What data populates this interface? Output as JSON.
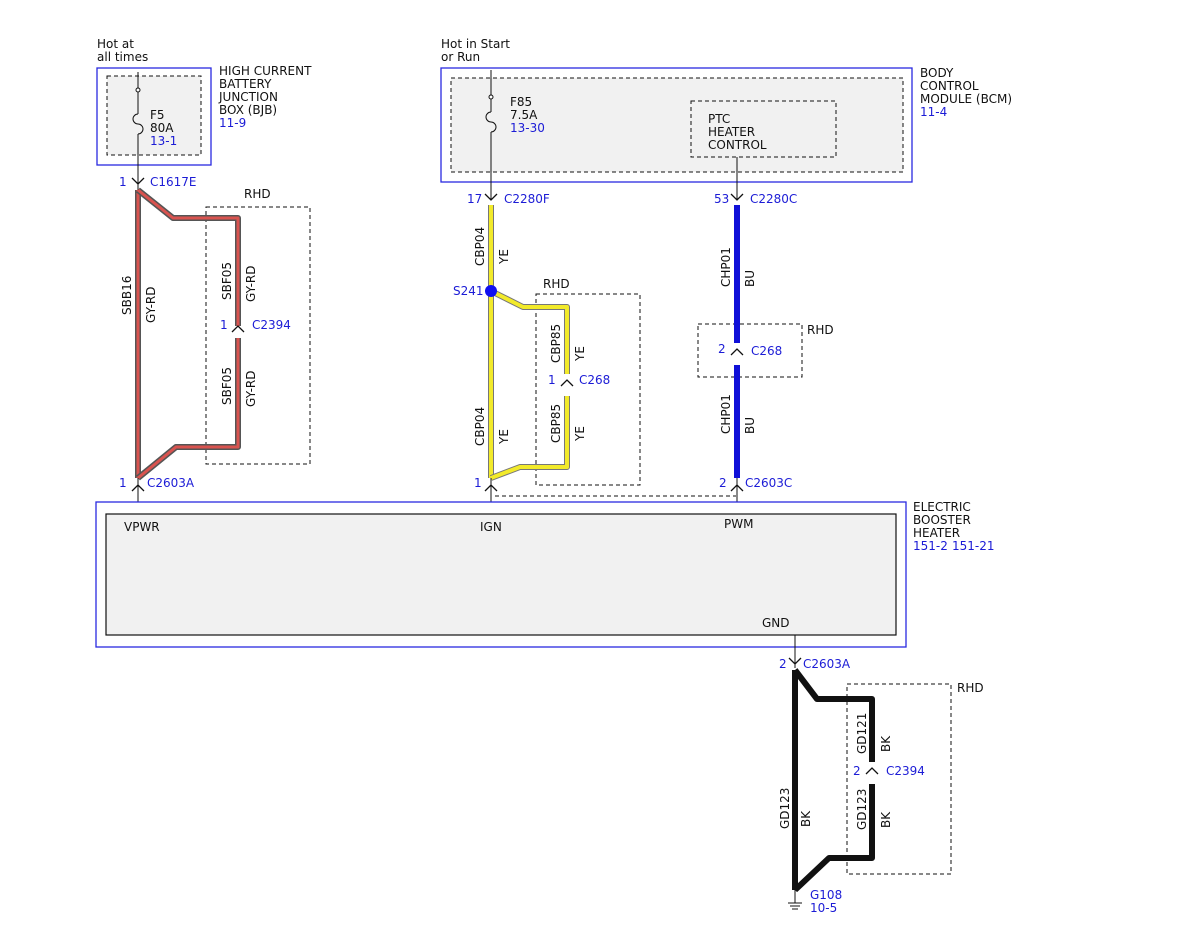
{
  "colors": {
    "module_outline": "#2a2ae0",
    "reference_text": "#1c1cd6",
    "wire_gy_rd_outer": "#555555",
    "wire_gy_rd_inner": "#d9534f",
    "wire_ye": "#f2ea2a",
    "wire_bu": "#1010d8",
    "wire_bk": "#111111",
    "module_fill": "#f1f1f1"
  },
  "bjb": {
    "power_label": [
      "Hot at",
      "all times"
    ],
    "name": [
      "HIGH CURRENT",
      "BATTERY",
      "JUNCTION",
      "BOX (BJB)"
    ],
    "ref": "11-9",
    "fuse": "F5",
    "fuse_rating": "80A",
    "fuse_ref": "13-1",
    "pin": "1",
    "connector": "C1617E"
  },
  "bcm": {
    "power_label": [
      "Hot in Start",
      "or Run"
    ],
    "name": [
      "BODY",
      "CONTROL",
      "MODULE (BCM)"
    ],
    "ref": "11-4",
    "fuse": "F85",
    "fuse_rating": "7.5A",
    "fuse_ref": "13-30",
    "ptc_block": [
      "PTC",
      "HEATER",
      "CONTROL"
    ],
    "ign_pin": "17",
    "ign_connector": "C2280F",
    "pwm_pin": "53",
    "pwm_connector": "C2280C"
  },
  "heater": {
    "name": [
      "ELECTRIC",
      "BOOSTER",
      "HEATER"
    ],
    "refs": [
      "151-2",
      "151-21"
    ],
    "pins": {
      "vpwr": "VPWR",
      "ign": "IGN",
      "pwm": "PWM",
      "gnd": "GND"
    }
  },
  "circuits": {
    "power": {
      "main_circuit": "SBB16",
      "main_color": "GY-RD",
      "rhd_label": "RHD",
      "rhd_circuit": "SBF05",
      "rhd_color": "GY-RD",
      "inline_pin": "1",
      "inline_connector": "C2394",
      "end_pin": "1",
      "end_connector": "C2603A"
    },
    "ignition": {
      "circuit": "CBP04",
      "color": "YE",
      "splice": "S241",
      "rhd_label": "RHD",
      "rhd_circuit": "CBP85",
      "rhd_color": "YE",
      "inline_pin": "1",
      "inline_connector": "C268",
      "end_pin": "1"
    },
    "pwm": {
      "circuit": "CHP01",
      "color": "BU",
      "rhd_label": "RHD",
      "inline_pin": "2",
      "inline_connector": "C268",
      "end_pin": "2",
      "end_connector": "C2603C"
    },
    "ground": {
      "top_pin": "2",
      "top_connector": "C2603A",
      "circuit": "GD123",
      "color": "BK",
      "rhd_label": "RHD",
      "rhd_circuit_top": "GD121",
      "rhd_circuit_bottom": "GD123",
      "rhd_color": "BK",
      "inline_pin": "2",
      "inline_connector": "C2394",
      "ground_point": "G108",
      "ground_ref": "10-5"
    }
  }
}
